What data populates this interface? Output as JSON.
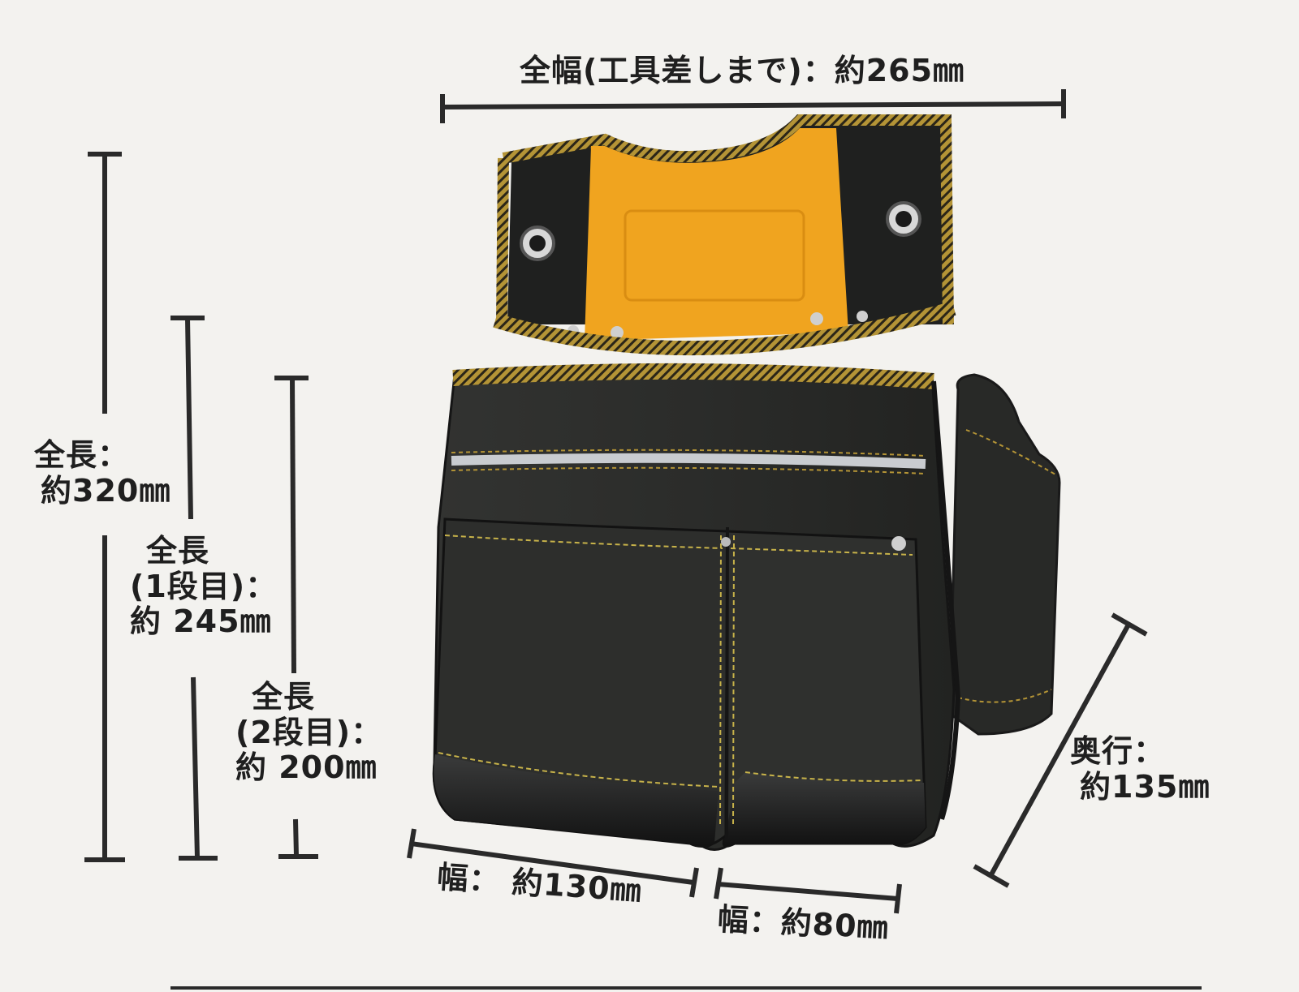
{
  "dimensions": {
    "overall_width": "全幅(工具差しまで)：約265㎜",
    "overall_length": {
      "line1": "全長：",
      "line2": "約320㎜"
    },
    "length_tier1": {
      "line1": "全長",
      "line2": "(1段目)：",
      "line3": "約 245㎜"
    },
    "length_tier2": {
      "line1": "全長",
      "line2": "(2段目)：",
      "line3": "約 200㎜"
    },
    "depth": {
      "line1": "奥行：",
      "line2": "約135㎜"
    },
    "pocket_width_left": "幅：  約130㎜",
    "pocket_width_right": "幅：約80㎜"
  },
  "colors": {
    "bag_body": "#2b2c2a",
    "bag_dark": "#1b1b1a",
    "accent_orange": "#f0a41f",
    "trim_gold": "#b49436",
    "reflector": "#c9ccd0",
    "ink": "#1f1f1f"
  }
}
